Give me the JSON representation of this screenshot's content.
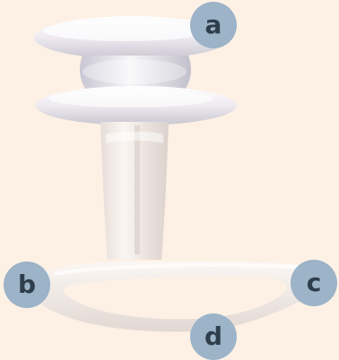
{
  "labels": {
    "a": "a",
    "b": "b",
    "c": "c",
    "d": "d"
  },
  "colors": {
    "background": "#fdf1e5",
    "badge": "#9cb3c8",
    "badge_text": "#2f3e4c"
  }
}
